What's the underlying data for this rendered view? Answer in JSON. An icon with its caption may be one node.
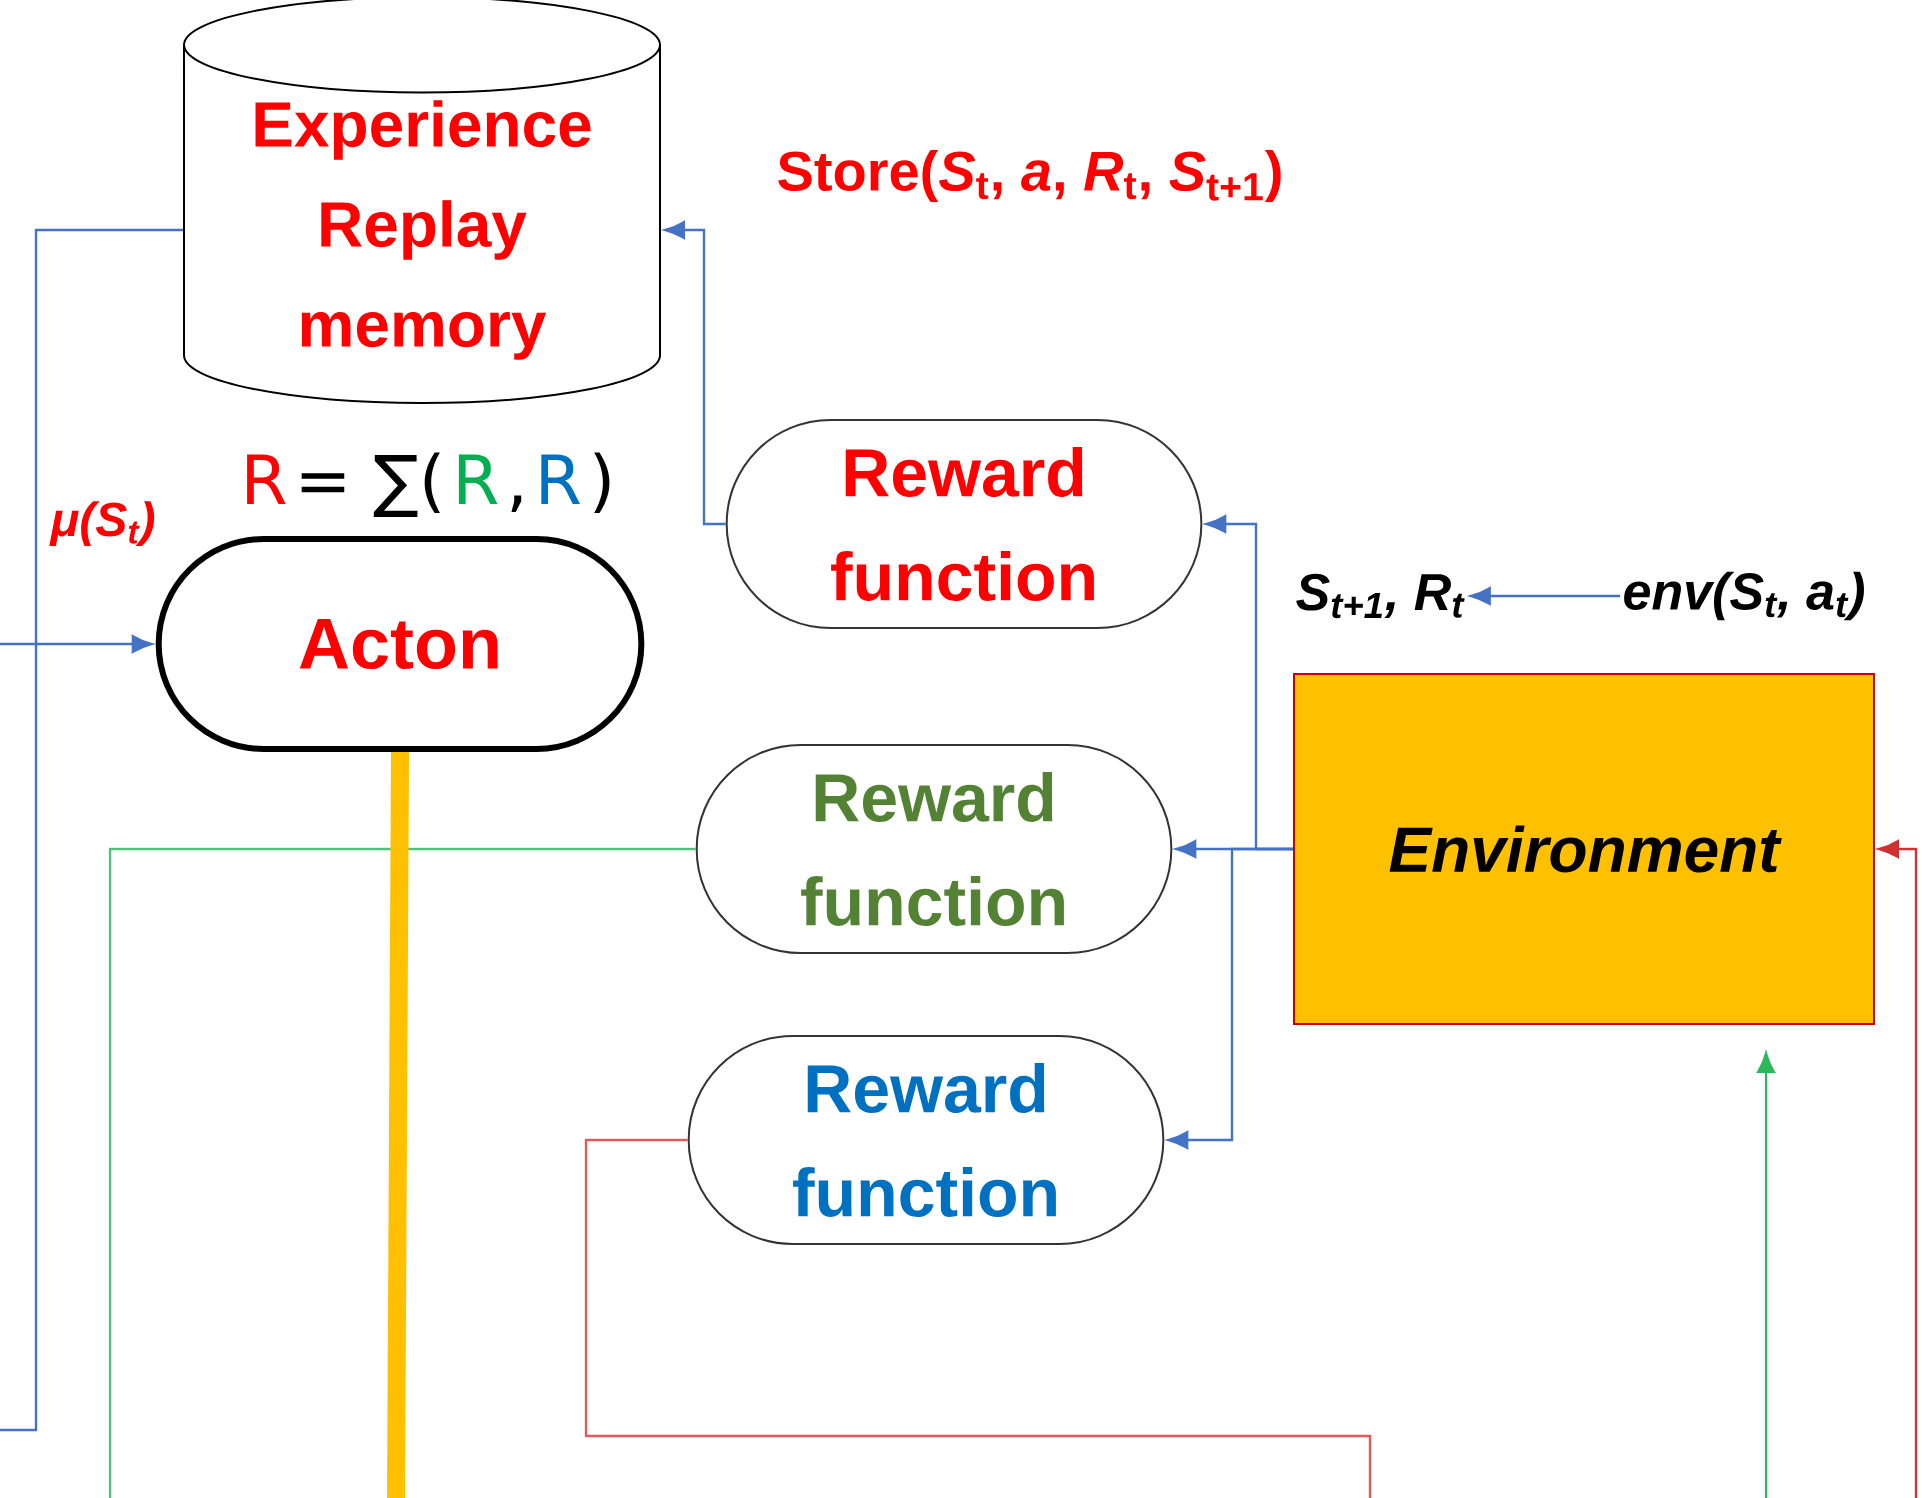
{
  "diagram": {
    "nodes": [
      {
        "text": [
          "Experience Replay memory"
        ]
      },
      {
        "text": [
          "Acton"
        ]
      },
      {
        "text": [
          "Reward function"
        ]
      },
      {
        "text": [
          "Reward function"
        ]
      },
      {
        "text": [
          "Reward function"
        ]
      },
      {
        "text": [
          "Environment"
        ]
      },
      {
        "text": [
          "S$_{t+1}$, R$_{t}$"
        ]
      },
      {
        "text": [
          "env(S$_{t}$, a$_{t}$)"
        ]
      }
    ],
    "edges": [
      {
        "from": 5,
        "to": 2,
        "arrow": "to"
      },
      {
        "from": 5,
        "to": 3,
        "arrow": "to"
      },
      {
        "from": 5,
        "to": 4,
        "arrow": "to"
      },
      {
        "from": 2,
        "to": 0,
        "arrow": "to",
        "label": "Store(*S*$_{t}$, *a*, *R*$_{t}$, *S*$_{t+1}$)"
      },
      {
        "from": 0,
        "to": null,
        "arrow": "none"
      },
      {
        "from": null,
        "to": 1,
        "arrow": "to"
      },
      {
        "from": 3,
        "to": null,
        "arrow": "none",
        "color": "#4dc27a"
      },
      {
        "from": null,
        "to": 5,
        "arrow": "to",
        "color": "#2eb85c"
      },
      {
        "from": 4,
        "to": null,
        "arrow": "none",
        "color": "#e05a5a"
      },
      {
        "from": null,
        "to": 5,
        "arrow": "to",
        "color": "#d03030"
      },
      {
        "from": 1,
        "to": null,
        "arrow": "none",
        "style": "thick",
        "color": "#ffc000"
      },
      {
        "from": 7,
        "to": 6,
        "arrow": "to"
      }
    ],
    "labels": [
      "μ(S$_{t}$)",
      "R",
      "= ∑(",
      "R",
      ",",
      "R",
      ")"
    ]
  }
}
